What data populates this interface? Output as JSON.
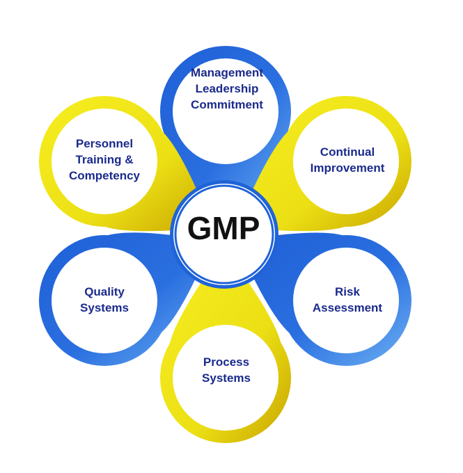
{
  "colors": {
    "blue": "#1f63d8",
    "blue_light": "#5aa0ee",
    "yellow": "#f2ea1c",
    "yellow_dark": "#c9a500",
    "text_blue": "#1a2a8c",
    "center_text": "#111111"
  },
  "center": {
    "label": "GMP"
  },
  "petals": [
    {
      "id": "management",
      "color": "blue",
      "lines": [
        "Management",
        "Leadership",
        "Commitment"
      ]
    },
    {
      "id": "continual",
      "color": "yellow",
      "lines": [
        "Continual",
        "Improvement"
      ]
    },
    {
      "id": "risk",
      "color": "blue",
      "lines": [
        "Risk",
        "Assessment"
      ]
    },
    {
      "id": "process",
      "color": "yellow",
      "lines": [
        "Process",
        "Systems"
      ]
    },
    {
      "id": "quality",
      "color": "blue",
      "lines": [
        "Quality",
        "Systems"
      ]
    },
    {
      "id": "personnel",
      "color": "yellow",
      "lines": [
        "Personnel",
        "Training &",
        "Competency"
      ]
    }
  ]
}
